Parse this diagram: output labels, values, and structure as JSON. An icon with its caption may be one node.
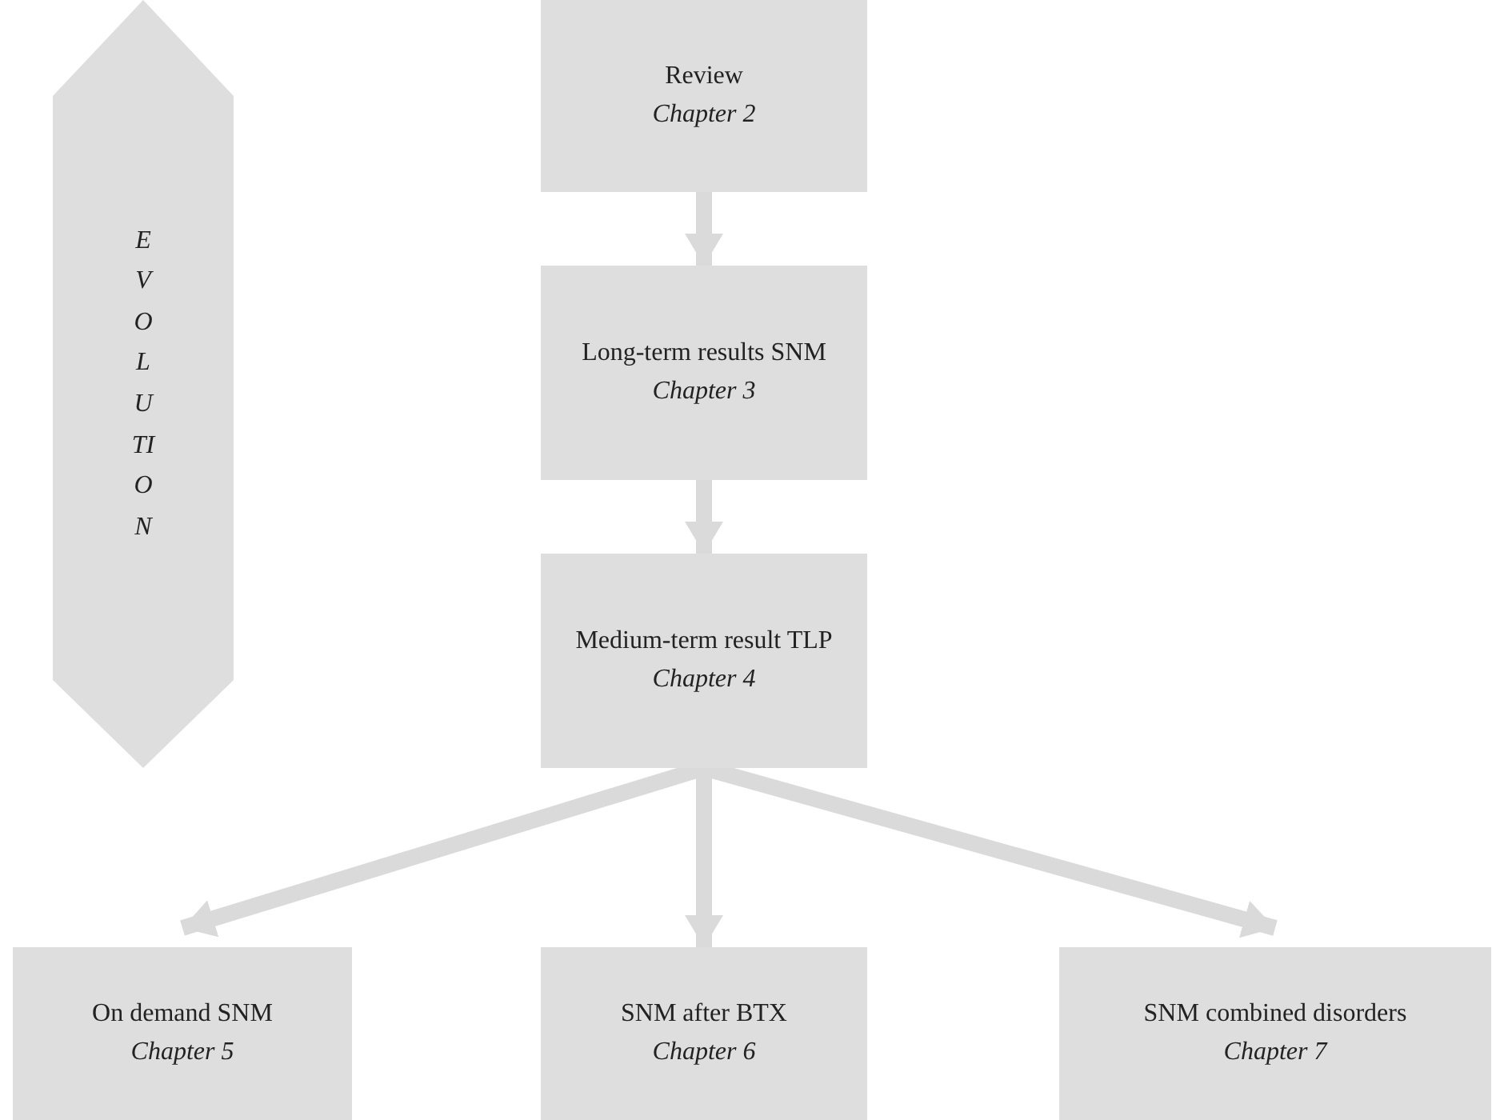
{
  "diagram": {
    "nodes": [
      {
        "text": [
          "EVOLUTION"
        ]
      },
      {
        "text": [
          "Review",
          "Chapter 2"
        ]
      },
      {
        "text": [
          "Long-term results SNM",
          "Chapter 3"
        ]
      },
      {
        "text": [
          "Medium-term result TLP",
          "Chapter 4"
        ]
      },
      {
        "text": [
          "On demand SNM",
          "Chapter 5"
        ]
      },
      {
        "text": [
          "SNM after BTX",
          "Chapter 6"
        ]
      },
      {
        "text": [
          "SNM combined disorders",
          "Chapter 7"
        ]
      }
    ],
    "edges": [
      {
        "from": 1,
        "to": 2,
        "arrow": "to"
      },
      {
        "from": 2,
        "to": 3,
        "arrow": "to"
      },
      {
        "from": 3,
        "to": 4,
        "arrow": "to"
      },
      {
        "from": 3,
        "to": 5,
        "arrow": "to"
      },
      {
        "from": 3,
        "to": 6,
        "arrow": "to"
      }
    ]
  }
}
